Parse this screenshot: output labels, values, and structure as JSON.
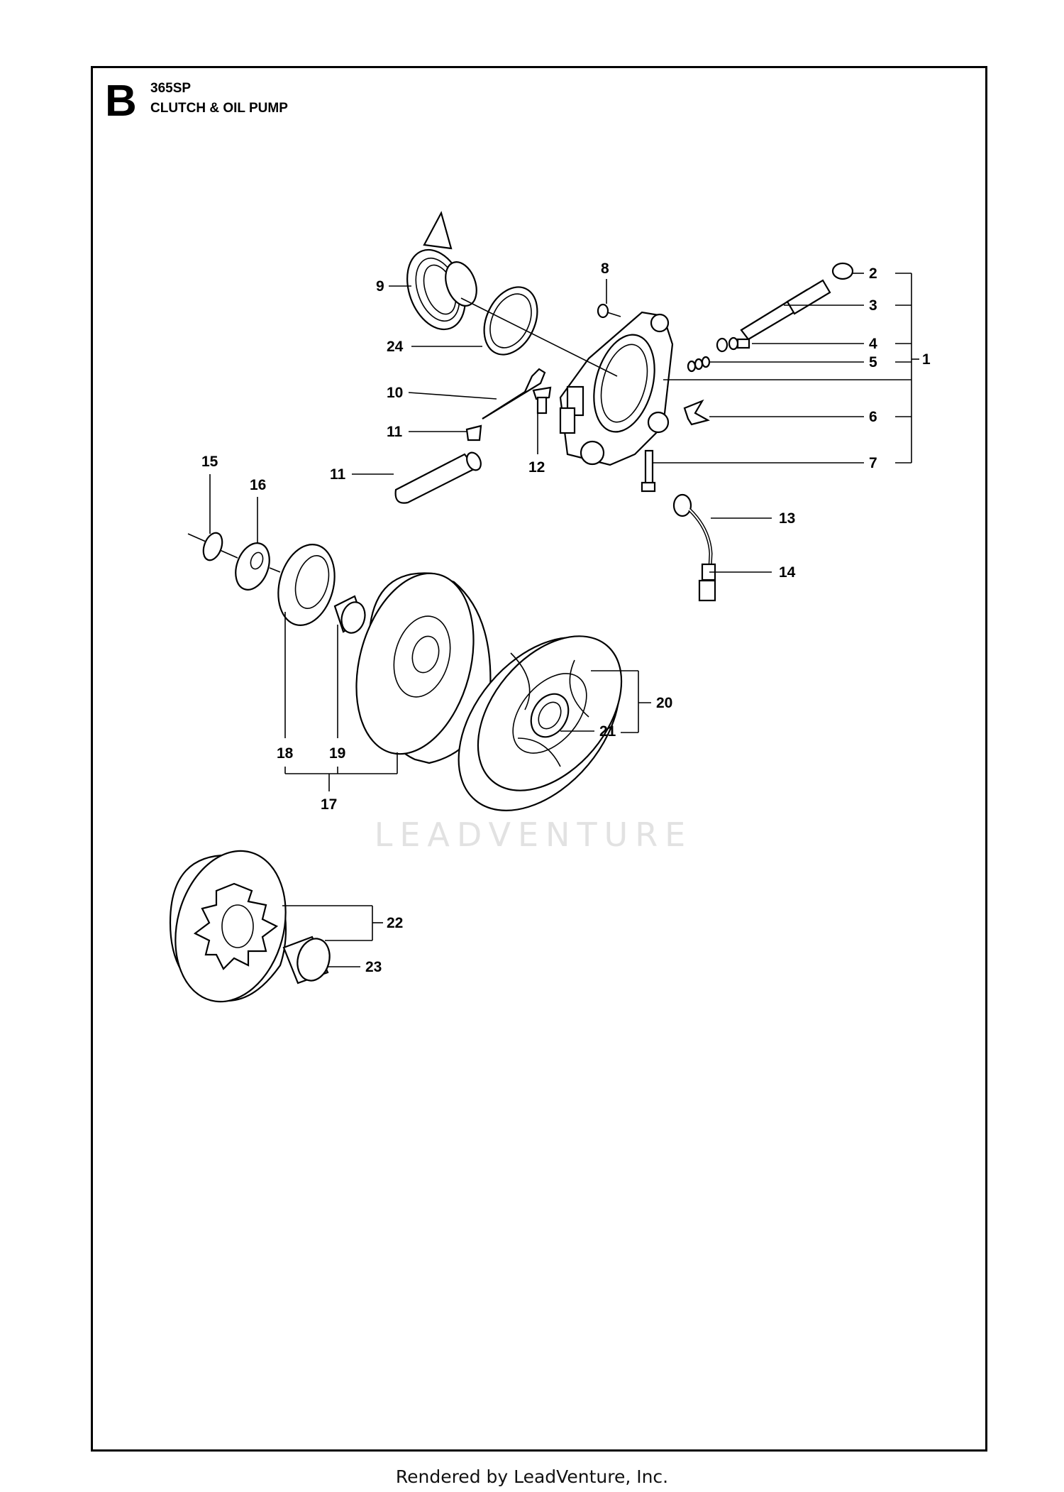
{
  "section_letter": "B",
  "model": "365SP",
  "section_title": "CLUTCH & OIL PUMP",
  "watermark": "LEADVENTURE",
  "footer": "Rendered by LeadVenture, Inc.",
  "callouts": [
    "1",
    "2",
    "3",
    "4",
    "5",
    "6",
    "7",
    "8",
    "9",
    "10",
    "11",
    "11",
    "12",
    "13",
    "14",
    "15",
    "16",
    "17",
    "18",
    "19",
    "20",
    "21",
    "22",
    "23",
    "24"
  ]
}
